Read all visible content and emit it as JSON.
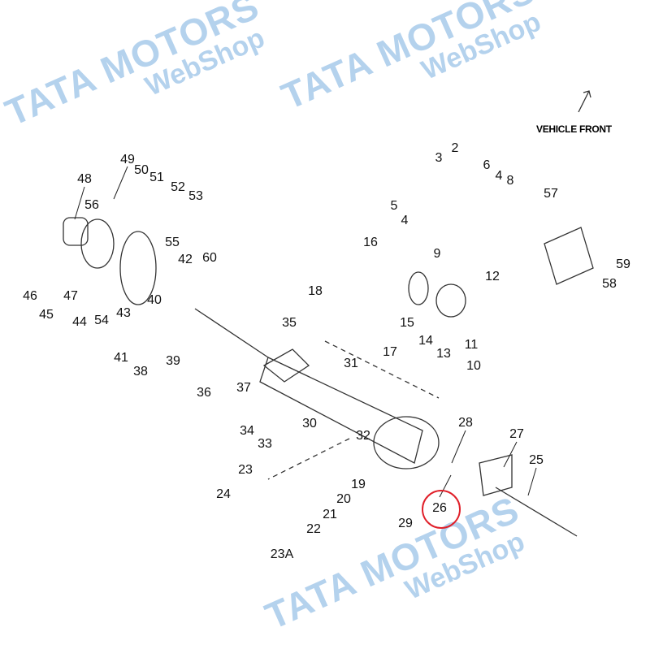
{
  "watermark": {
    "brand": "TATA MOTORS",
    "sub": "WebShop",
    "color": "#9cc3e8"
  },
  "orientation_label": "VEHICLE FRONT",
  "highlight": {
    "part": "26",
    "color": "#e0202a"
  },
  "callouts": [
    "48",
    "49",
    "50",
    "51",
    "52",
    "53",
    "56",
    "55",
    "46",
    "47",
    "45",
    "44",
    "54",
    "43",
    "40",
    "42",
    "60",
    "41",
    "38",
    "39",
    "36",
    "37",
    "35",
    "18",
    "17",
    "16",
    "15",
    "14",
    "13",
    "12",
    "11",
    "10",
    "9",
    "3",
    "2",
    "6",
    "4",
    "8",
    "5",
    "4",
    "57",
    "59",
    "58",
    "31",
    "30",
    "32",
    "34",
    "33",
    "28",
    "27",
    "25",
    "26",
    "29",
    "19",
    "20",
    "21",
    "22",
    "23",
    "24",
    "23A"
  ]
}
